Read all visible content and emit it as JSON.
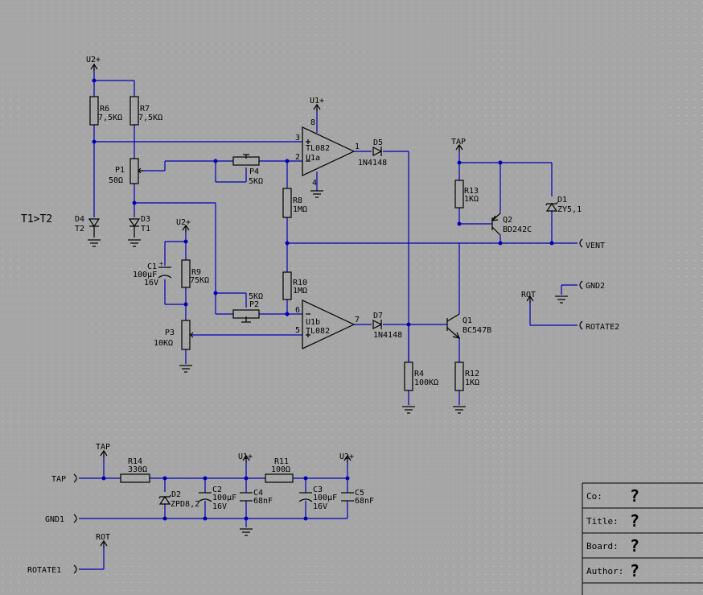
{
  "labels": {
    "u2_top": "U2+",
    "u1_top": "U1+",
    "u2_mid": "U2+",
    "tap_top": "TAP",
    "t1t2": "T1>T2",
    "r6": "R6",
    "r6v": "7,5KΩ",
    "r7": "R7",
    "r7v": "7,5KΩ",
    "p1": "P1",
    "p1v": "50Ω",
    "p4": "P4",
    "p4v": "5KΩ",
    "r8": "R8",
    "r8v": "1MΩ",
    "r10": "R10",
    "r10v": "1MΩ",
    "p2": "P2",
    "p2v": "5KΩ",
    "p3": "P3",
    "p3v": "10KΩ",
    "r9": "R9",
    "r9v": "75KΩ",
    "c1": "C1",
    "c1v": "100μF",
    "c1v2": "16V",
    "d4": "D4",
    "d4v": "T2",
    "d3": "D3",
    "d3v": "T1",
    "u1a_pin8": "8",
    "u1a_pin4": "4",
    "u1a_pin3": "3",
    "u1a_pin2": "2",
    "u1a_pin1": "1",
    "u1a_part": "TL082",
    "u1a_name": "U1a",
    "u1b_name": "U1b",
    "u1b_part": "TL082",
    "u1b_pin6": "6",
    "u1b_pin5": "5",
    "u1b_pin7": "7",
    "d5": "D5",
    "d5v": "1N4148",
    "d7": "D7",
    "d7v": "1N4148",
    "r13": "R13",
    "r13v": "1KΩ",
    "q2": "Q2",
    "q2v": "BD242C",
    "d1": "D1",
    "d1v": "ZY5,1",
    "q1": "Q1",
    "q1v": "BC547B",
    "r4": "R4",
    "r4v": "100KΩ",
    "r12": "R12",
    "r12v": "1KΩ",
    "vent": "VENT",
    "gnd2": "GND2",
    "rot_mid": "ROT",
    "rotate2": "ROTATE2",
    "tap_low": "TAP",
    "tap_in": "TAP",
    "r14": "R14",
    "r14v": "330Ω",
    "d2": "D2",
    "d2v": "ZPD8,2",
    "c2": "C2",
    "c2v": "100μF",
    "c2v2": "16V",
    "c4": "C4",
    "c4v": "68nF",
    "u1_low": "U1+",
    "r11": "R11",
    "r11v": "100Ω",
    "c3": "C3",
    "c3v": "100μF",
    "c3v2": "16V",
    "c5": "C5",
    "c5v": "68nF",
    "u2_low": "U2+",
    "gnd1": "GND1",
    "rot_low": "ROT",
    "rotate1": "ROTATE1"
  },
  "title_block": {
    "co_label": "Co:",
    "title_label": "Title:",
    "board_label": "Board:",
    "author_label": "Author:",
    "placeholder": "?"
  }
}
